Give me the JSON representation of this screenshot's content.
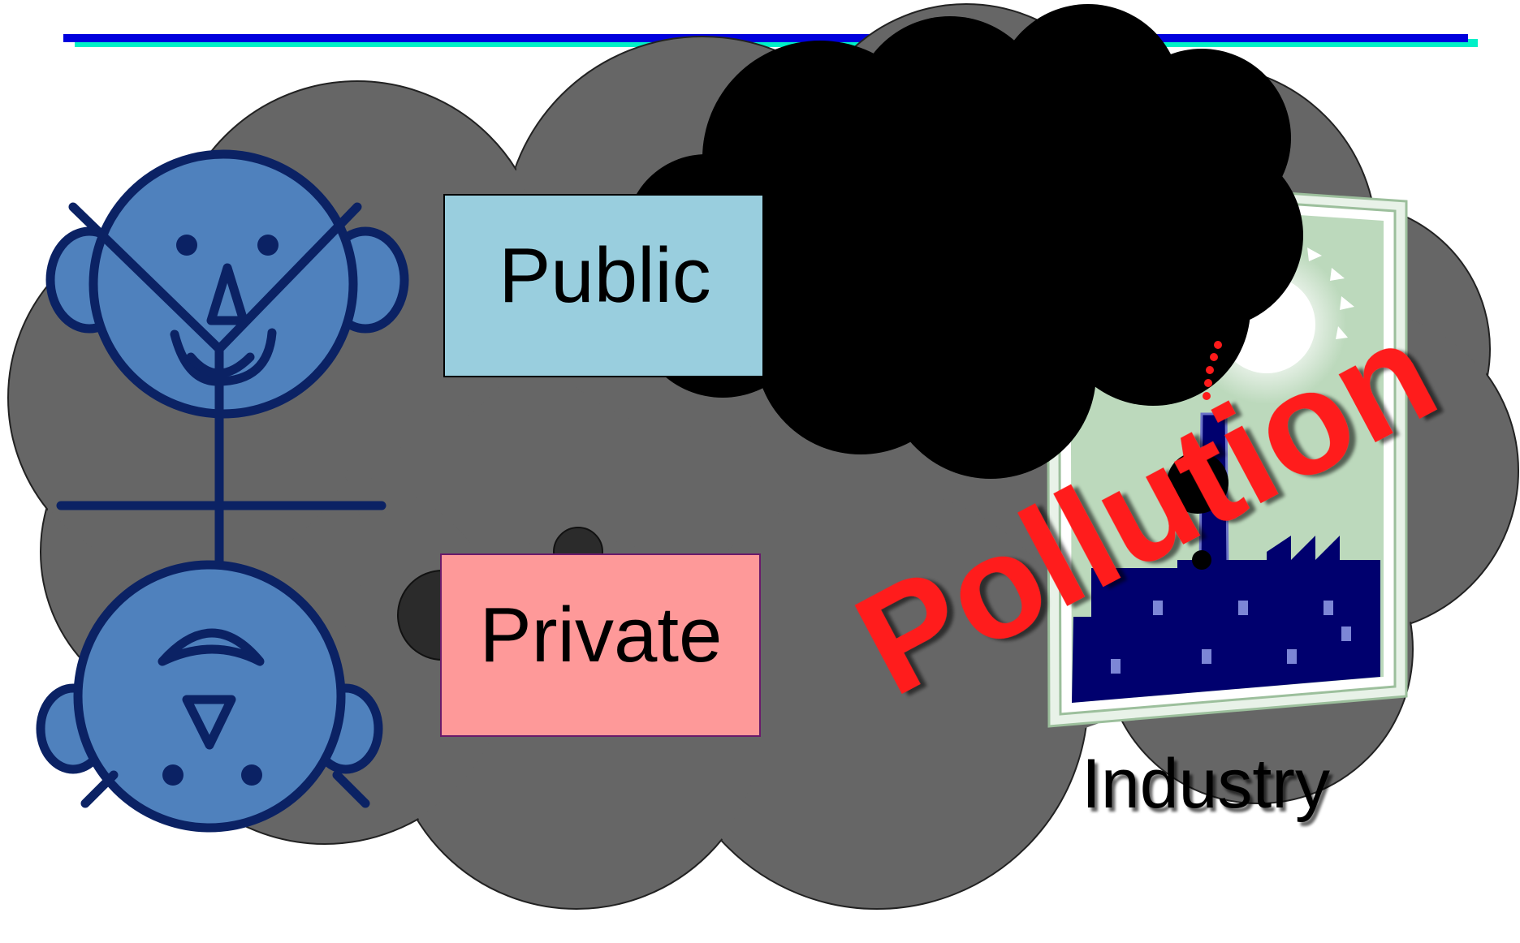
{
  "labels": {
    "public": "Public",
    "private": "Private",
    "pollution": "Pollution",
    "industry": "Industry"
  },
  "colors": {
    "cloud_gray": "#666666",
    "smoke_black": "#000000",
    "face_blue": "#4f81bd",
    "face_outline": "#0b2264",
    "public_box": "#99cede",
    "private_box": "#fe9999",
    "pollution_red": "#ff1a1a",
    "header_line_blue": "#0000dd",
    "header_line_cyan": "#00f0c8",
    "factory_navy": "#00006e",
    "factory_bg_green": "#bcd9bc"
  },
  "icons": [
    "face-icon",
    "upside-down-face-icon",
    "factory-icon",
    "sun-icon"
  ]
}
